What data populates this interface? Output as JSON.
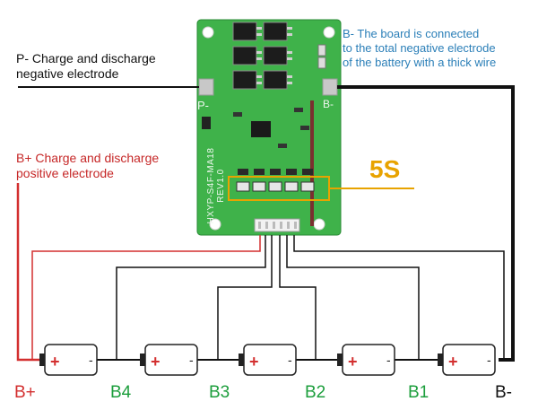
{
  "labels": {
    "p_minus_line1": "P- Charge and discharge",
    "p_minus_line2": "negative electrode",
    "b_plus_line1": "B+ Charge and discharge",
    "b_plus_line2": "positive electrode",
    "b_minus_line1": "B- The board is connected",
    "b_minus_line2": "to the total negative electrode",
    "b_minus_line3": "of the battery with a thick wire",
    "cell_count": "5S"
  },
  "board": {
    "pad_p": "P-",
    "pad_bminus": "B-",
    "model_text": "HXYP-S4F-MA18 REV1.0"
  },
  "nodes": [
    "B+",
    "B4",
    "B3",
    "B2",
    "B1",
    "B-"
  ],
  "cells": [
    {
      "pos": "+",
      "neg": "-"
    },
    {
      "pos": "+",
      "neg": "-"
    },
    {
      "pos": "+",
      "neg": "-"
    },
    {
      "pos": "+",
      "neg": "-"
    },
    {
      "pos": "+",
      "neg": "-"
    }
  ],
  "colors": {
    "board_green": "#3fb24a",
    "positive_red": "#d32f2f",
    "node_green": "#1c9e3c",
    "note_blue": "#2b7fb8",
    "highlight_orange": "#e8a300"
  }
}
